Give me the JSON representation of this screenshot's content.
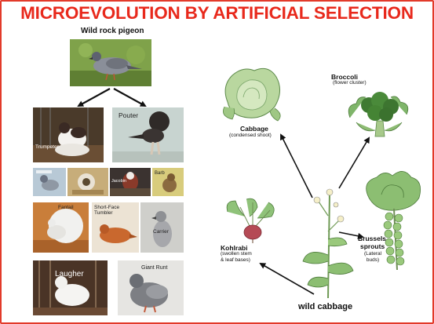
{
  "title": "MICROEVOLUTION BY ARTIFICIAL SELECTION",
  "pigeons": {
    "root": "Wild rock pigeon",
    "trumpeter": "Trumpeter",
    "pouter": "Pouter",
    "small1": "Jacobin",
    "small2": "Barb",
    "fantail": "Fantail",
    "shortface_line1": "Short-Face",
    "shortface_line2": "Tumbler",
    "carrier": "Carrier",
    "laugher": "Laugher",
    "giant_runt": "Giant Runt"
  },
  "cabbage": {
    "root": "wild cabbage",
    "cabbage": "Cabbage",
    "cabbage_sub": "(condensed shoot)",
    "broccoli": "Broccoli",
    "broccoli_sub": "(flower cluster)",
    "kohlrabi_l1": "Kohlrabi",
    "kohlrabi_l2": "(swollen stem",
    "kohlrabi_l3": "& leaf bases)",
    "brussels_l1": "Brussels",
    "brussels_l2": "sprouts",
    "brussels_l3": "(Lateral",
    "brussels_l4": "buds)"
  },
  "colors": {
    "title": "#e8291c",
    "frame": "#e23a2a",
    "leaf": "#6fae5a",
    "arrow": "#111111"
  }
}
